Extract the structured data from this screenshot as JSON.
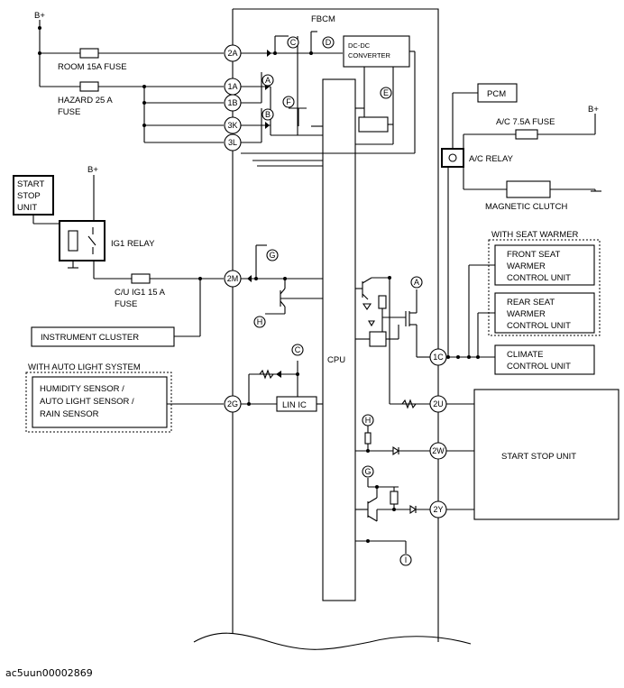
{
  "module": {
    "title": "FBCM",
    "cpu": "CPU",
    "dcdc": [
      "DC-DC",
      "CONVERTER"
    ],
    "lin_ic": "LIN IC"
  },
  "power": {
    "b_plus": "B+"
  },
  "fuses": {
    "room": "ROOM 15A FUSE",
    "hazard": [
      "HAZARD 25 A",
      "FUSE"
    ],
    "cu_ig1": [
      "C/U IG1 15 A",
      "FUSE"
    ],
    "ac": "A/C 7.5A FUSE"
  },
  "connectors": {
    "c2a": "2A",
    "c1a": "1A",
    "c1b": "1B",
    "c3k": "3K",
    "c3l": "3L",
    "c2m": "2M",
    "c2g": "2G",
    "c1c": "1C",
    "c2u": "2U",
    "c2w": "2W",
    "c2y": "2Y"
  },
  "refs": {
    "a": "A",
    "b": "B",
    "c": "C",
    "d": "D",
    "e": "E",
    "f": "F",
    "g": "G",
    "h": "H",
    "i": "I"
  },
  "components": {
    "start_stop_small": [
      "START",
      "STOP",
      "UNIT"
    ],
    "ig1_relay": "IG1 RELAY",
    "instrument_cluster": "INSTRUMENT CLUSTER",
    "auto_light_group": "WITH AUTO LIGHT SYSTEM",
    "humidity_sensor": [
      "HUMIDITY SENSOR /",
      "AUTO LIGHT SENSOR /",
      "RAIN SENSOR"
    ],
    "pcm": "PCM",
    "ac_relay": "A/C RELAY",
    "magnetic_clutch": "MAGNETIC CLUTCH",
    "seat_warmer_group": "WITH SEAT WARMER",
    "front_seat_warmer": [
      "FRONT SEAT",
      "WARMER",
      "CONTROL UNIT"
    ],
    "rear_seat_warmer": [
      "REAR SEAT",
      "WARMER",
      "CONTROL UNIT"
    ],
    "climate_control": [
      "CLIMATE",
      "CONTROL UNIT"
    ],
    "start_stop_unit": "START STOP UNIT"
  },
  "caption": "ac5uun00002869"
}
